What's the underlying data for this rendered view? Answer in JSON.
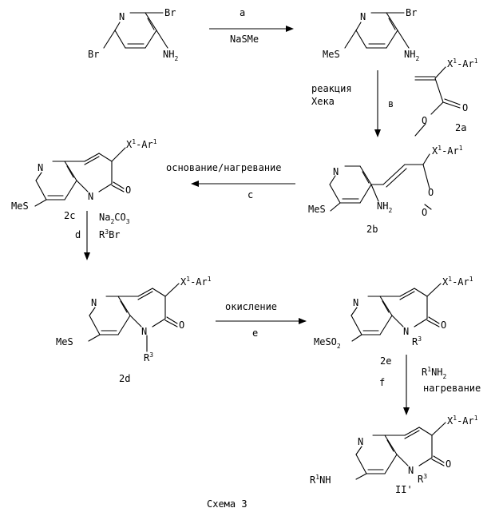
{
  "scheme": {
    "caption": "Схема 3",
    "atoms": {
      "N": "N",
      "Br": "Br",
      "NH": "NH",
      "H": "H",
      "two": "2",
      "MeS": "MeS",
      "O": "O",
      "X": "X",
      "dash_ar": "-Ar",
      "one": "1",
      "three": "3",
      "R": "R",
      "MeSO": "MeSO",
      "NH2_R": "NH",
      "prime_label": "II'"
    },
    "compounds": {
      "c2a": "2a",
      "c2b": "2b",
      "c2c": "2c",
      "c2d": "2d",
      "c2e": "2e"
    },
    "steps": {
      "a": {
        "letter": "a",
        "reagent": "NaSMe"
      },
      "b": {
        "letter": "в",
        "line1": "реакция",
        "line2": "Хека"
      },
      "c": {
        "letter": "c",
        "text": "основание/нагревание"
      },
      "d": {
        "letter": "d",
        "reagent1_pre": "Na",
        "reagent1_sub": "2",
        "reagent1_post": "CO",
        "reagent1_sub2": "3",
        "reagent2_pre": "R",
        "reagent2_sup": "3",
        "reagent2_post": "Br"
      },
      "e": {
        "letter": "e",
        "text": "окисление"
      },
      "f": {
        "letter": "f",
        "reagent_pre": "R",
        "reagent_sup": "1",
        "reagent_post": "NH",
        "reagent_sub": "2",
        "condition": "нагревание"
      }
    }
  }
}
